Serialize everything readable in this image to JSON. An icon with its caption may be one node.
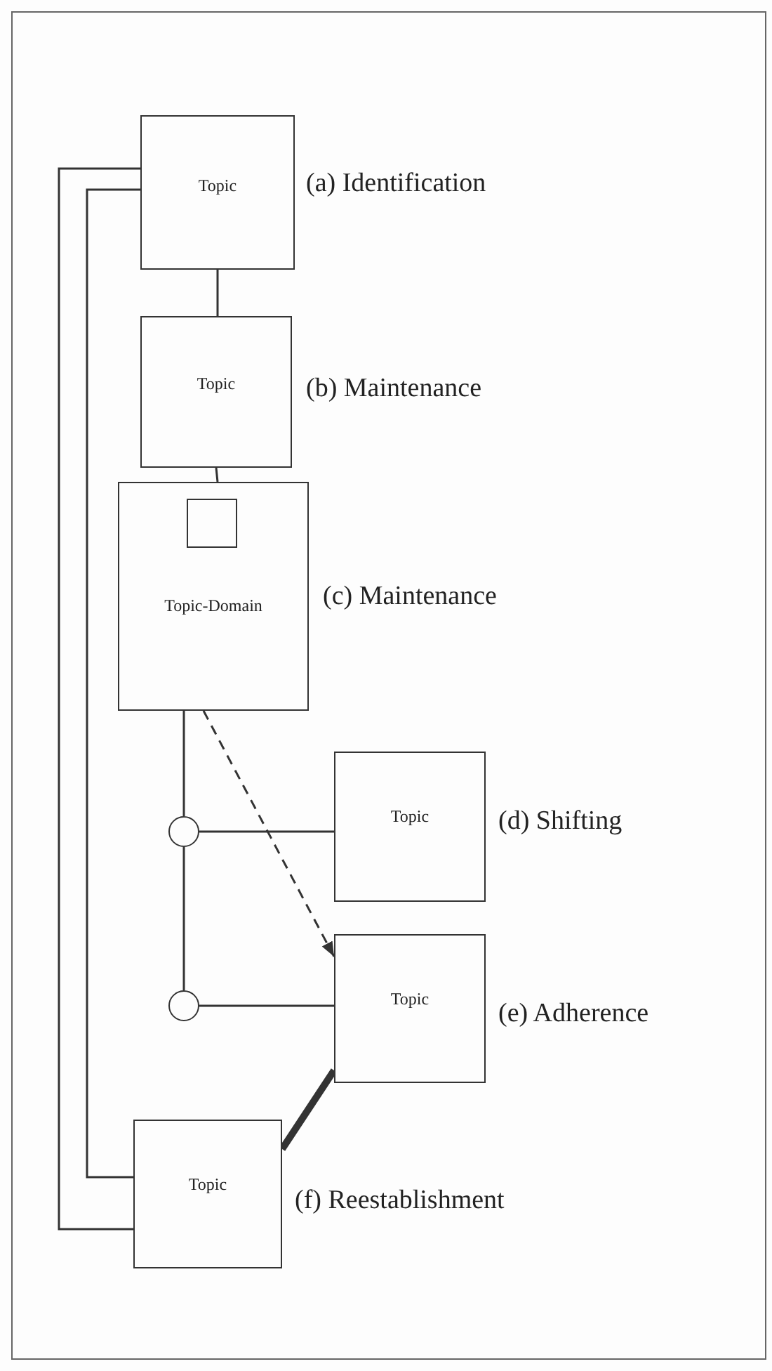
{
  "diagram": {
    "nodes": [
      {
        "text": [
          "Topic"
        ],
        "beside": [
          "(a) Identification"
        ]
      },
      {
        "text": [
          "Topic"
        ],
        "beside": [
          "(b) Maintenance"
        ]
      },
      {
        "text": [
          "Topic-Domain"
        ],
        "beside": [
          "(c) Maintenance"
        ]
      },
      {
        "text": [],
        "shape": "box",
        "in": 2
      },
      {
        "text": [],
        "shape": "circle"
      },
      {
        "text": [
          "Topic"
        ],
        "beside": [
          "(d) Shifting"
        ]
      },
      {
        "text": [],
        "shape": "circle"
      },
      {
        "text": [
          "Topic"
        ],
        "beside": [
          "(e) Adherence"
        ]
      },
      {
        "text": [
          "Topic"
        ],
        "beside": [
          "(f) Reestablishment"
        ]
      }
    ],
    "edges": [
      {
        "from": 0,
        "to": 1,
        "arrow": "none"
      },
      {
        "from": 1,
        "to": 2,
        "arrow": "none"
      },
      {
        "from": 2,
        "to": 4,
        "arrow": "none"
      },
      {
        "from": 4,
        "to": 5,
        "arrow": "none"
      },
      {
        "from": 4,
        "to": 6,
        "arrow": "none"
      },
      {
        "from": 6,
        "to": 7,
        "arrow": "none"
      },
      {
        "from": 2,
        "to": 7,
        "arrow": "to",
        "style": "dashed"
      },
      {
        "from": 7,
        "to": 8,
        "arrow": "none",
        "style": "thick"
      },
      {
        "from": 0,
        "to": 8,
        "arrow": "none"
      },
      {
        "from": 0,
        "to": 8,
        "arrow": "none"
      }
    ]
  }
}
